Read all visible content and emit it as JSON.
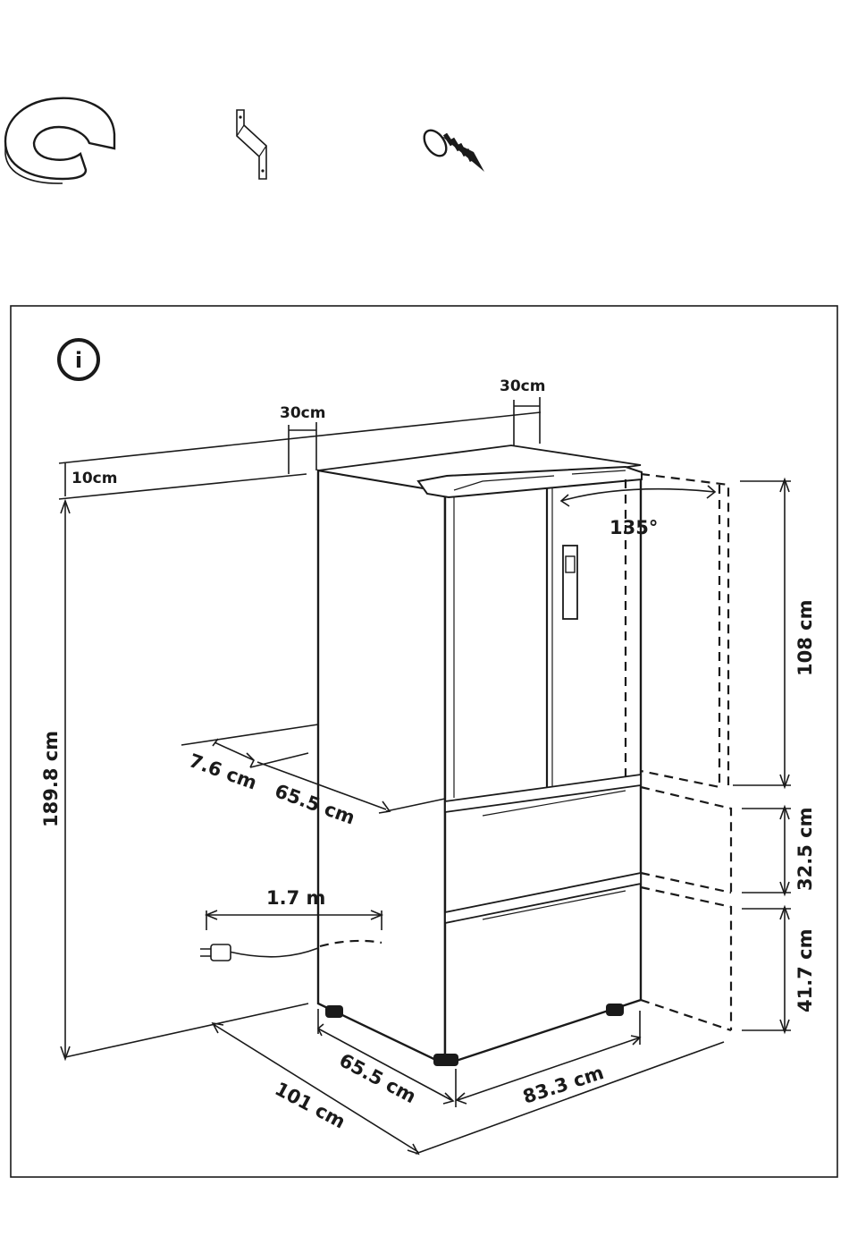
{
  "parts": [
    {
      "name": "c-washer-icon"
    },
    {
      "name": "wall-bracket-icon"
    },
    {
      "name": "screw-icon"
    }
  ],
  "info_icon": {
    "glyph": "i"
  },
  "clearances": {
    "side_top": "30cm",
    "side_rear": "30cm",
    "top": "10cm"
  },
  "dimensions": {
    "height_total": "189.8 cm",
    "upper_door_height": "108 cm",
    "middle_drawer_height": "32.5 cm",
    "lower_drawer_height": "41.7 cm",
    "door_angle": "135°",
    "base_gap": "7.6 cm",
    "side_depth_top": "65.5 cm",
    "side_depth_bottom": "65.5 cm",
    "cord_length": "1.7 m",
    "open_depth": "101 cm",
    "width": "83.3 cm"
  },
  "colors": {
    "ink": "#1a1a1a",
    "background": "#ffffff"
  }
}
